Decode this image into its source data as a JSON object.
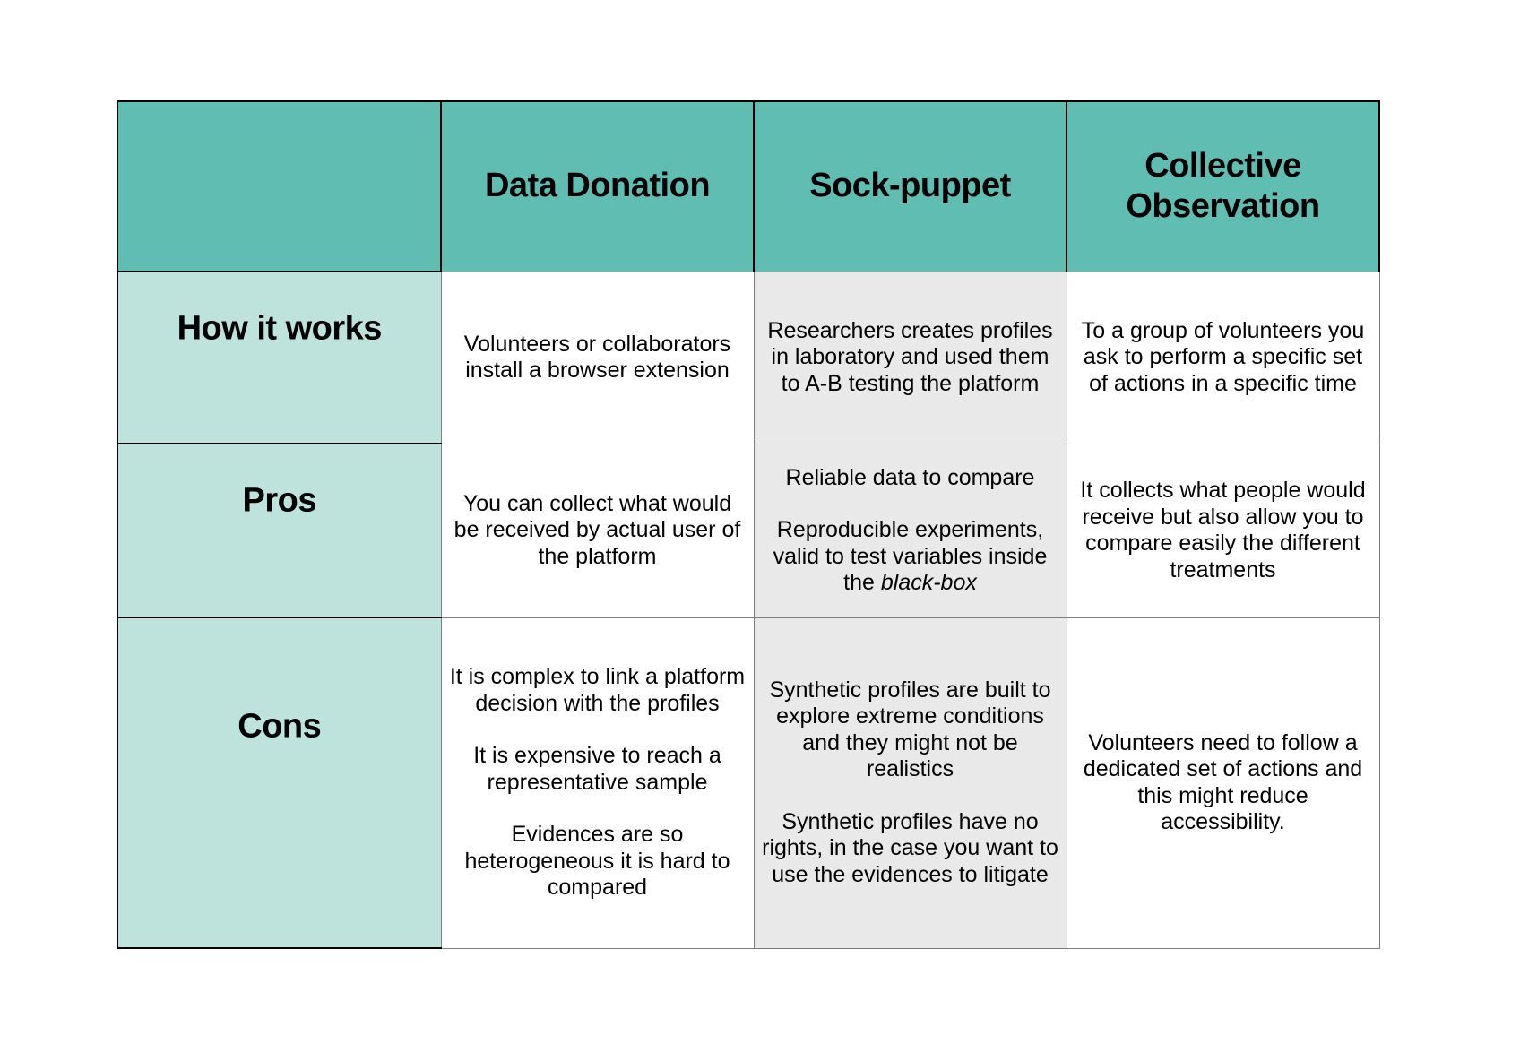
{
  "colors": {
    "header_teal": "#5fbeb1",
    "label_teal": "#bee3dc",
    "sock_puppet_column_gray": "#e9e9ea",
    "border_dark": "#000000",
    "border_gray": "#7e7e7e",
    "text": "#000000"
  },
  "table": {
    "header": {
      "corner": "",
      "data_donation": "Data Donation",
      "sock_puppet": "Sock-puppet",
      "collective": "Collective Observation"
    },
    "rows": {
      "how": {
        "label": "How it works",
        "data_donation": [
          "Volunteers or collaborators install a browser extension"
        ],
        "sock_puppet": [
          "Researchers creates profiles in laboratory and used them to A-B testing the platform"
        ],
        "collective": [
          "To a group of volunteers you ask to perform a specific set of actions in a specific time"
        ]
      },
      "pros": {
        "label": "Pros",
        "data_donation": [
          "You can collect what would be received by actual user of the platform"
        ],
        "sock_puppet_p1": "Reliable data to compare",
        "sock_puppet_p2_text": "Reproducible experiments, valid to test variables inside the",
        "sock_puppet_p2_italic": "black-box",
        "collective": [
          "It collects what people would receive but also allow you to compare easily the different treatments"
        ]
      },
      "cons": {
        "label": "Cons",
        "data_donation": [
          "It is complex to link a platform decision with the profiles",
          "It is expensive to reach a representative sample",
          "Evidences are so heterogeneous it is hard to compared"
        ],
        "sock_puppet": [
          "Synthetic profiles are built to explore extreme conditions and they might not be realistics",
          "Synthetic profiles have no rights, in the case you want to use the evidences to litigate"
        ],
        "collective": [
          "Volunteers need to follow a dedicated set of actions and this might reduce accessibility."
        ]
      }
    }
  }
}
